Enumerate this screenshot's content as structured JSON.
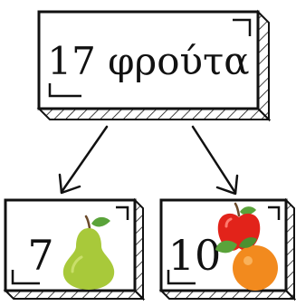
{
  "top_box": {
    "text": "17 φρούτα",
    "number": 17
  },
  "left_box": {
    "text": "7",
    "number": 7,
    "icon": "pear-icon"
  },
  "right_box": {
    "text": "10",
    "number": 10,
    "icon": "apple-orange-icon"
  },
  "colors": {
    "ink": "#111111",
    "pear": "#a8c93a",
    "pear_stem": "#6b4a2a",
    "leaf": "#5aa33a",
    "apple": "#e2231a",
    "orange": "#f28a1e"
  }
}
